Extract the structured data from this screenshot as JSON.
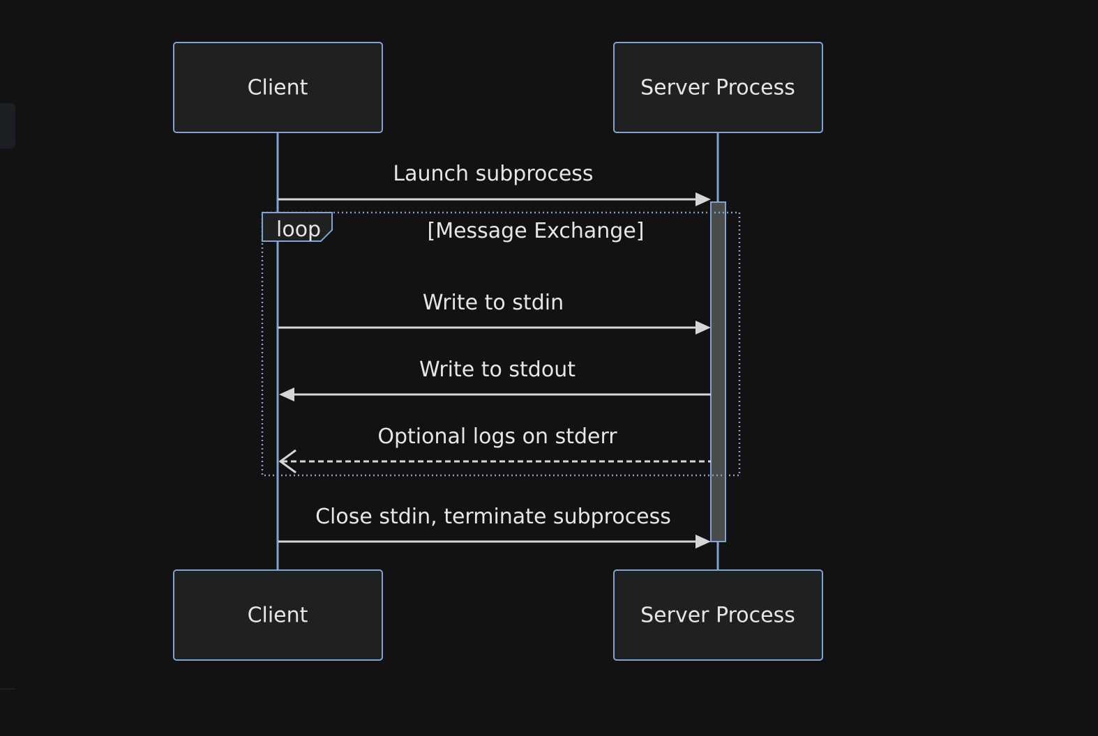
{
  "diagram": {
    "type": "sequence",
    "actors": {
      "client": "Client",
      "server": "Server Process"
    },
    "messages": [
      {
        "label": "Launch subprocess",
        "from": "Client",
        "to": "Server Process",
        "style": "solid"
      },
      {
        "label": "Write to stdin",
        "from": "Client",
        "to": "Server Process",
        "style": "solid"
      },
      {
        "label": "Write to stdout",
        "from": "Server Process",
        "to": "Client",
        "style": "solid"
      },
      {
        "label": "Optional logs on stderr",
        "from": "Server Process",
        "to": "Client",
        "style": "dashed"
      },
      {
        "label": "Close stdin, terminate subprocess",
        "from": "Client",
        "to": "Server Process",
        "style": "solid"
      }
    ],
    "loop": {
      "keyword": "loop",
      "condition": "[Message Exchange]"
    },
    "colors": {
      "background": "#121212",
      "actor_fill": "#1f2020",
      "actor_border": "#81a4d4",
      "lifeline": "#81a4d4",
      "message": "#d6d6d6",
      "text": "#e6e6e6",
      "activation_fill": "#4a4b4b"
    }
  }
}
